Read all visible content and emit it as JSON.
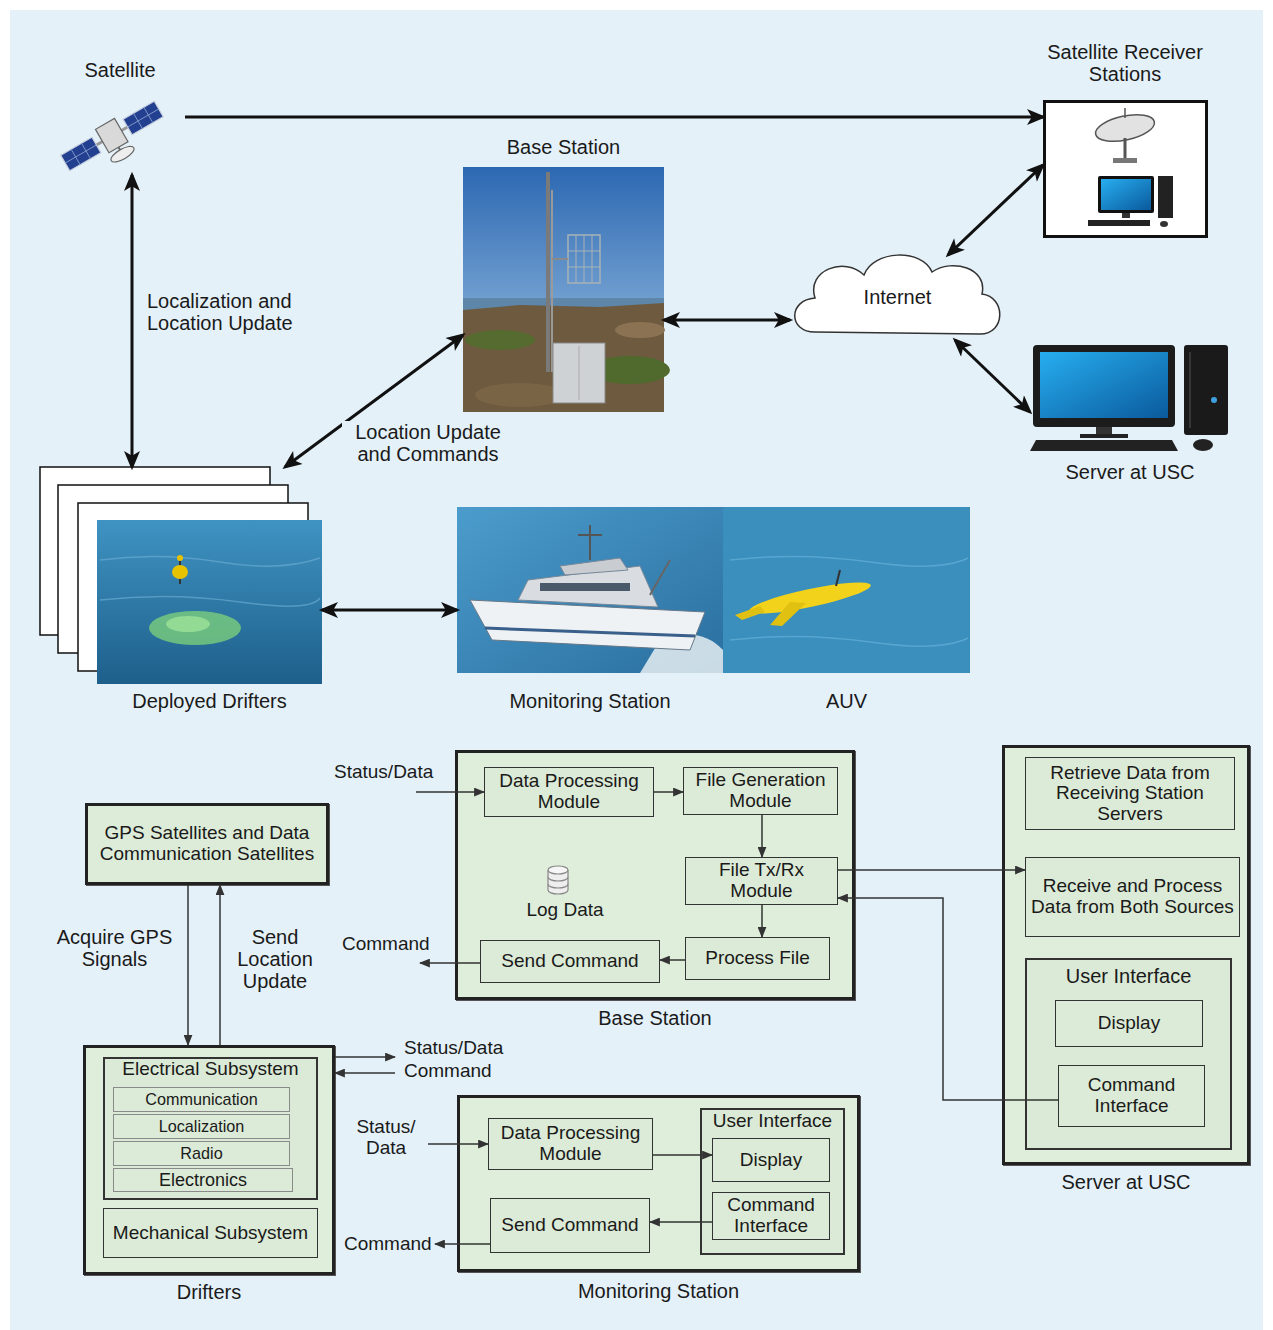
{
  "diagram": {
    "nodes": [
      {
        "text": [
          "Satellite"
        ]
      },
      {
        "text": [
          "Satellite Receiver Stations"
        ]
      },
      {
        "text": [
          "Base Station"
        ]
      },
      {
        "text": [
          "Internet"
        ]
      },
      {
        "text": [
          "Server at USC"
        ]
      },
      {
        "text": [
          "Deployed Drifters"
        ]
      },
      {
        "text": [
          "Monitoring Station"
        ]
      },
      {
        "text": [
          "AUV"
        ]
      },
      {
        "text": [
          "GPS Satellites and Data Communication Satellites"
        ]
      },
      {
        "text": [
          "Base Station"
        ]
      },
      {
        "text": [
          "Data Processing Module"
        ],
        "in": 9
      },
      {
        "text": [
          "File Generation Module"
        ],
        "in": 9
      },
      {
        "text": [
          "File Tx/Rx Module"
        ],
        "in": 9
      },
      {
        "text": [
          "Process File"
        ],
        "in": 9
      },
      {
        "text": [
          "Send Command"
        ],
        "in": 9
      },
      {
        "text": [
          "Server at USC"
        ]
      },
      {
        "text": [
          "Retrieve Data from Receiving Station Servers"
        ],
        "in": 15
      },
      {
        "text": [
          "Receive and Process Data from Both Sources"
        ],
        "in": 15
      },
      {
        "text": [
          "User Interface"
        ],
        "in": 15
      },
      {
        "text": [
          "Display"
        ],
        "in": 18
      },
      {
        "text": [
          "Command Interface"
        ],
        "in": 18
      },
      {
        "text": [
          "Drifters"
        ]
      },
      {
        "text": [
          "Electrical Subsystem"
        ],
        "in": 21
      },
      {
        "text": [
          "Communication"
        ],
        "in": 22
      },
      {
        "text": [
          "Localization"
        ],
        "in": 22
      },
      {
        "text": [
          "Radio"
        ],
        "in": 22
      },
      {
        "text": [
          "Electronics"
        ],
        "in": 22
      },
      {
        "text": [
          "Mechanical Subsystem"
        ],
        "in": 21
      },
      {
        "text": [
          "Monitoring Station"
        ]
      },
      {
        "text": [
          "Data Processing Module"
        ],
        "in": 28
      },
      {
        "text": [
          "User Interface"
        ],
        "in": 28
      },
      {
        "text": [
          "Display"
        ],
        "in": 30
      },
      {
        "text": [
          "Command Interface"
        ],
        "in": 30
      },
      {
        "text": [
          "Send Command"
        ],
        "in": 28
      }
    ],
    "edges": [
      {
        "from": 0,
        "to": 1,
        "arrow": "to"
      },
      {
        "from": 0,
        "to": 5,
        "label": "Localization and Location Update",
        "arrow": "both"
      },
      {
        "from": 5,
        "to": 2,
        "label": "Location Update and Commands",
        "arrow": "both"
      },
      {
        "from": 2,
        "to": 3,
        "arrow": "both"
      },
      {
        "from": 3,
        "to": 1,
        "arrow": "both"
      },
      {
        "from": 3,
        "to": 4,
        "arrow": "both"
      },
      {
        "from": 5,
        "to": 6,
        "arrow": "both"
      },
      {
        "from": 10,
        "to": 11,
        "arrow": "to"
      },
      {
        "from": 11,
        "to": 12,
        "arrow": "to"
      },
      {
        "from": 12,
        "to": 13,
        "arrow": "to"
      },
      {
        "from": 13,
        "to": 14,
        "arrow": "to"
      },
      {
        "from": 12,
        "to": 17,
        "arrow": "to"
      },
      {
        "from": 20,
        "to": 12,
        "arrow": "to"
      },
      {
        "from": 8,
        "to": 21,
        "label": "Acquire GPS Signals",
        "arrow": "to"
      },
      {
        "from": 21,
        "to": 8,
        "label": "Send Location Update",
        "arrow": "to"
      },
      {
        "from": 29,
        "to": 31,
        "arrow": "to"
      },
      {
        "from": 32,
        "to": 33,
        "arrow": "to"
      }
    ],
    "labels": [
      "Status/Data",
      "Log Data",
      "Command",
      "Status/Data",
      "Command",
      "Status/ Data",
      "Command"
    ]
  }
}
